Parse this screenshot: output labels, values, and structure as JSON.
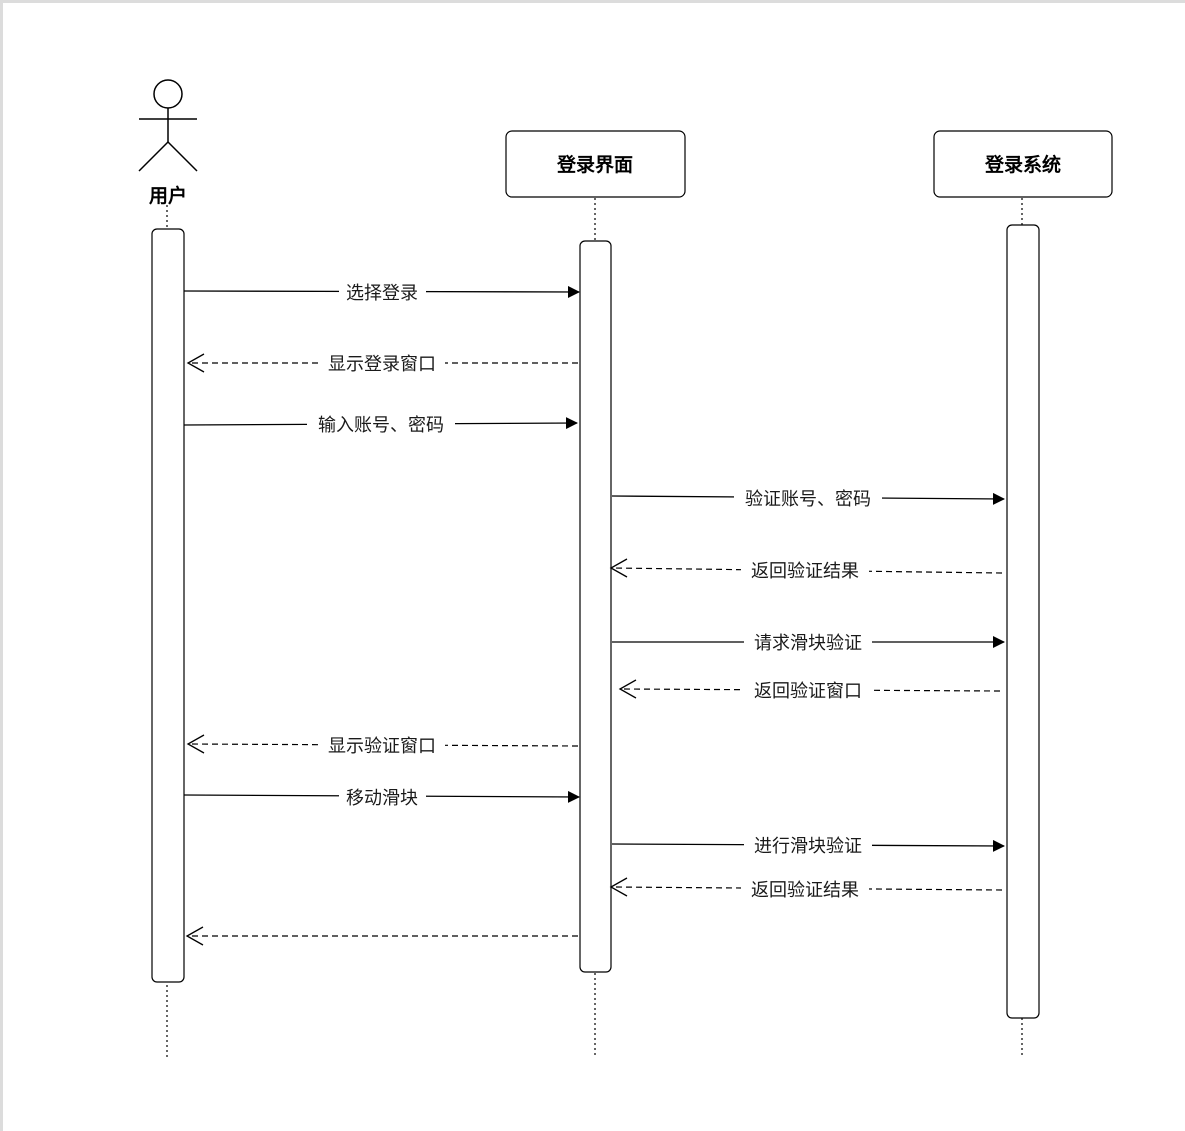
{
  "actor": {
    "label": "用户"
  },
  "participants": [
    {
      "id": "ui",
      "label": "登录界面"
    },
    {
      "id": "sys",
      "label": "登录系统"
    }
  ],
  "messages": [
    {
      "label": "选择登录",
      "style": "solid"
    },
    {
      "label": "显示登录窗口",
      "style": "dashed"
    },
    {
      "label": "输入账号、密码",
      "style": "solid"
    },
    {
      "label": "验证账号、密码",
      "style": "solid"
    },
    {
      "label": "返回验证结果",
      "style": "dashed"
    },
    {
      "label": "请求滑块验证",
      "style": "solid"
    },
    {
      "label": "返回验证窗口",
      "style": "dashed"
    },
    {
      "label": "显示验证窗口",
      "style": "dashed"
    },
    {
      "label": "移动滑块",
      "style": "solid"
    },
    {
      "label": "进行滑块验证",
      "style": "solid"
    },
    {
      "label": "返回验证结果",
      "style": "dashed"
    },
    {
      "label": "",
      "style": "dashed"
    }
  ]
}
